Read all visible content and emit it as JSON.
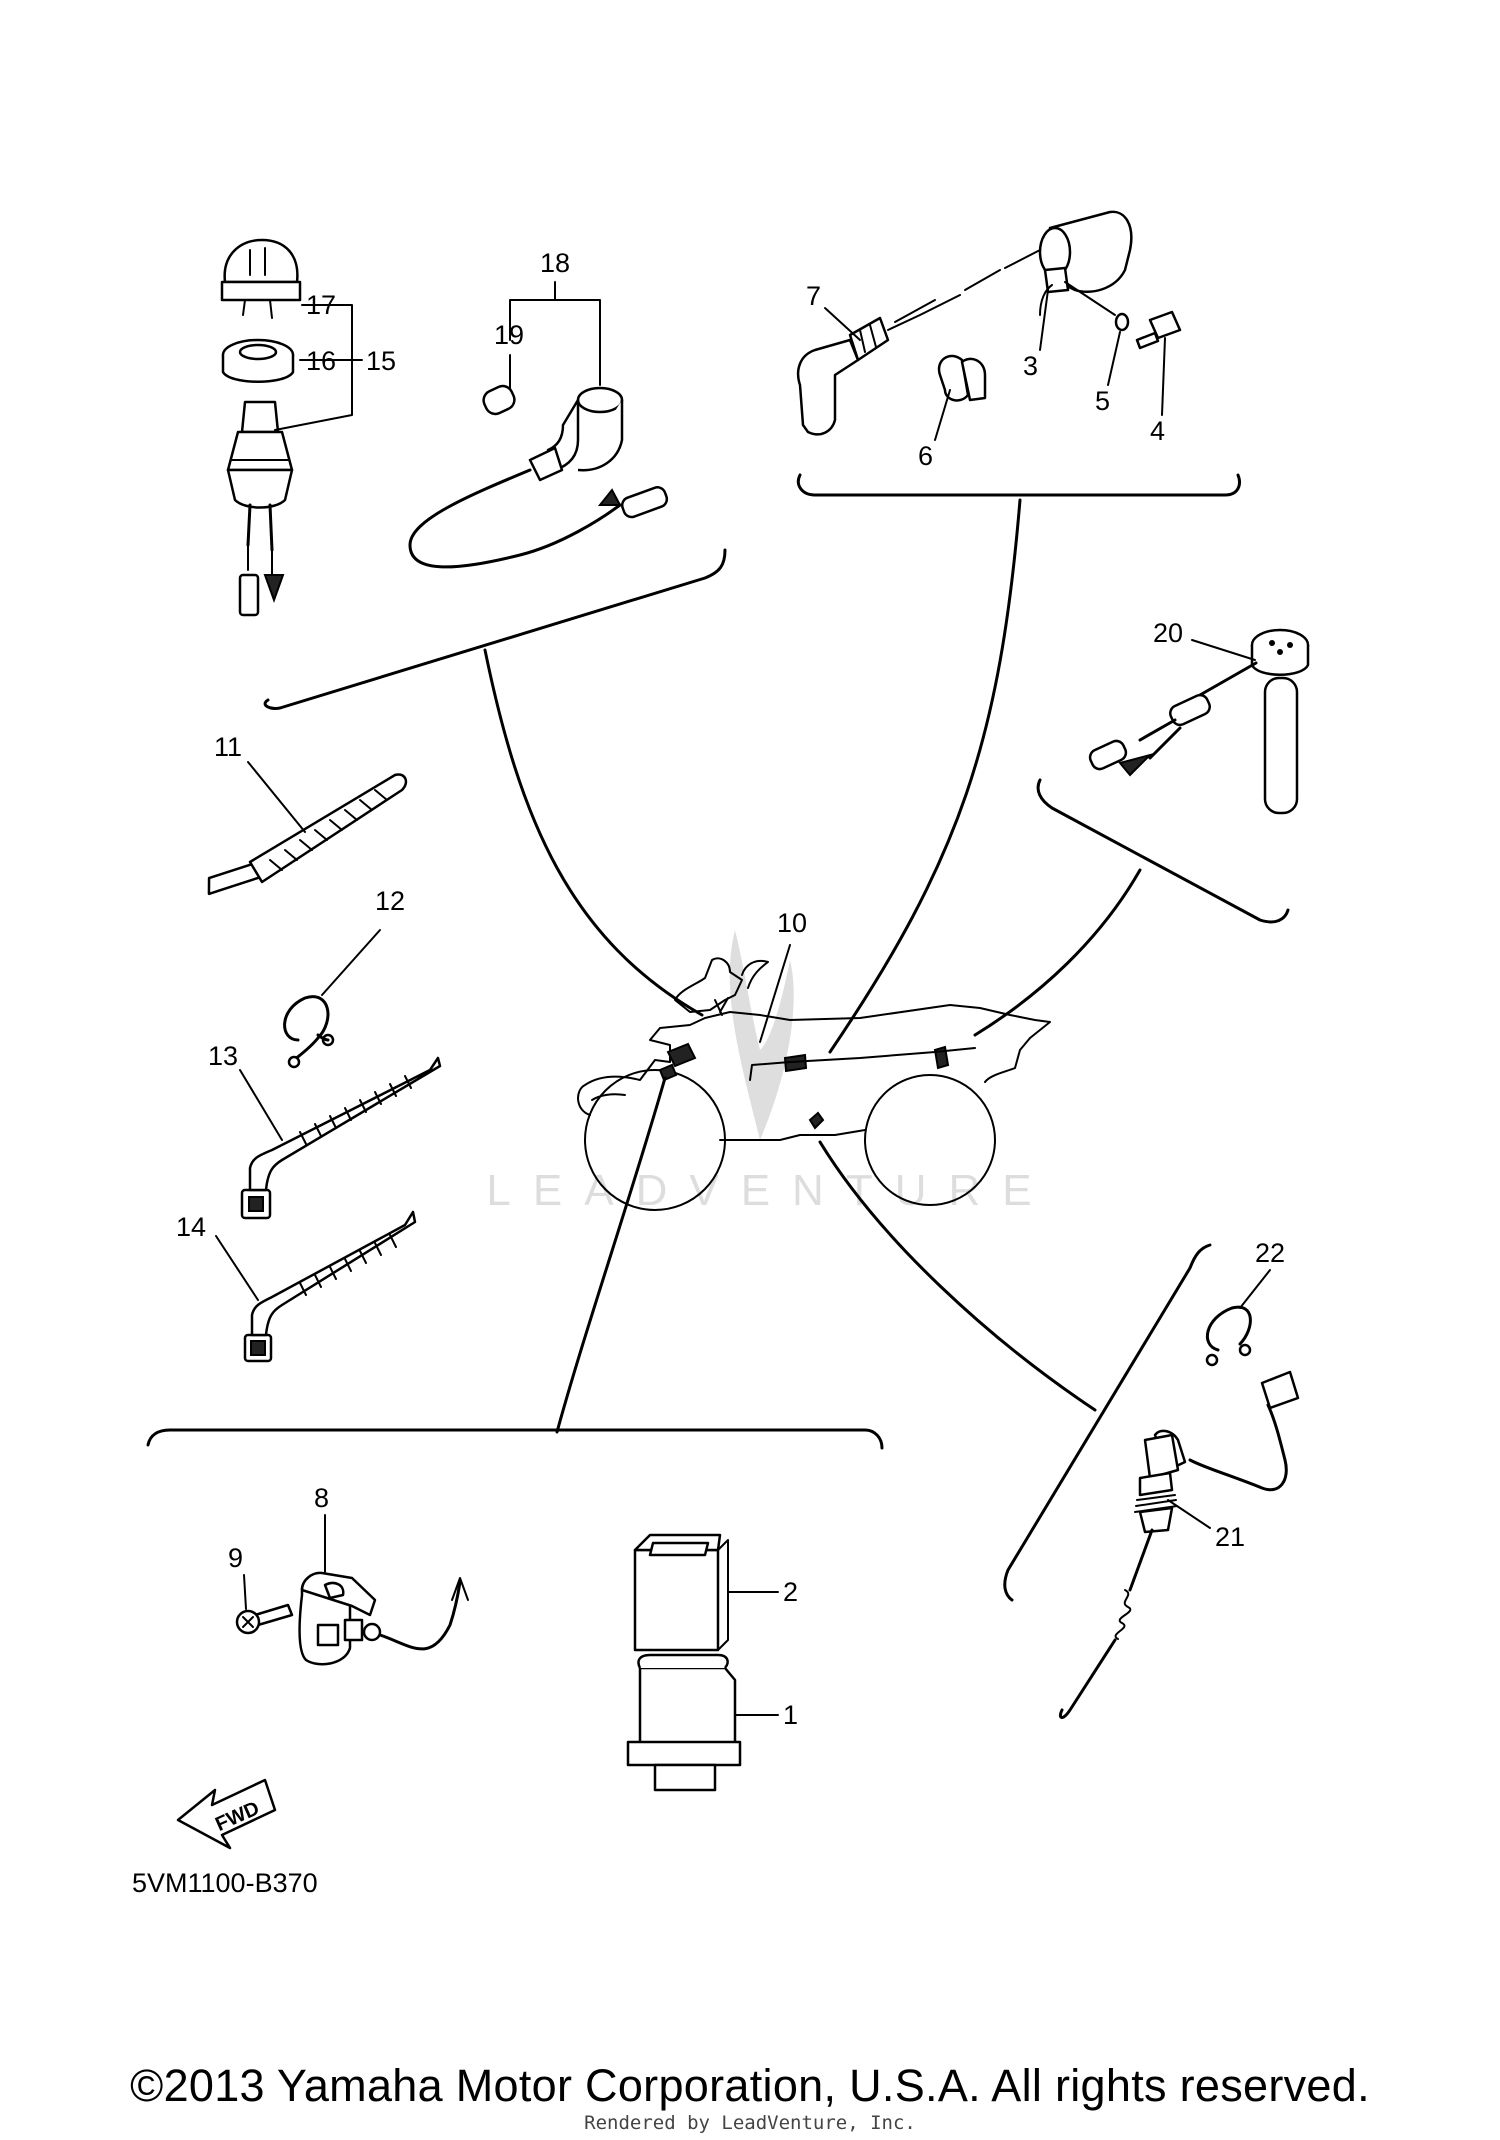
{
  "diagram": {
    "drawing_code": "5VM1100-B370",
    "watermark": "LEADVENTURE",
    "fwd_label": "FWD",
    "callouts": {
      "c1": "1",
      "c2": "2",
      "c3": "3",
      "c4": "4",
      "c5": "5",
      "c6": "6",
      "c7": "7",
      "c8": "8",
      "c9": "9",
      "c10": "10",
      "c11": "11",
      "c12": "12",
      "c13": "13",
      "c14": "14",
      "c15": "15",
      "c16": "16",
      "c17": "17",
      "c18": "18",
      "c19": "19",
      "c20": "20",
      "c21": "21",
      "c22": "22"
    }
  },
  "footer": {
    "copyright": "©2013 Yamaha Motor Corporation, U.S.A. All rights reserved.",
    "rendered_by": "Rendered by LeadVenture, Inc."
  }
}
